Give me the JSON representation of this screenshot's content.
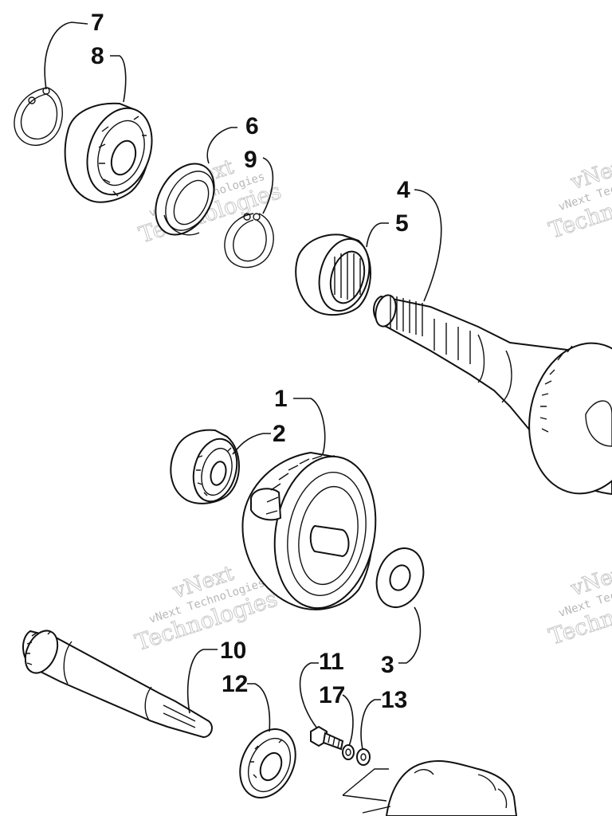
{
  "callouts": {
    "c1": "1",
    "c2": "2",
    "c3": "3",
    "c4": "4",
    "c5": "5",
    "c6": "6",
    "c7": "7",
    "c8": "8",
    "c9": "9",
    "c10": "10",
    "c11": "11",
    "c12": "12",
    "c13": "13",
    "c17": "17"
  },
  "watermark": {
    "line1": "vNext",
    "line2": "vNext Technologies",
    "line3": "Technologies"
  }
}
